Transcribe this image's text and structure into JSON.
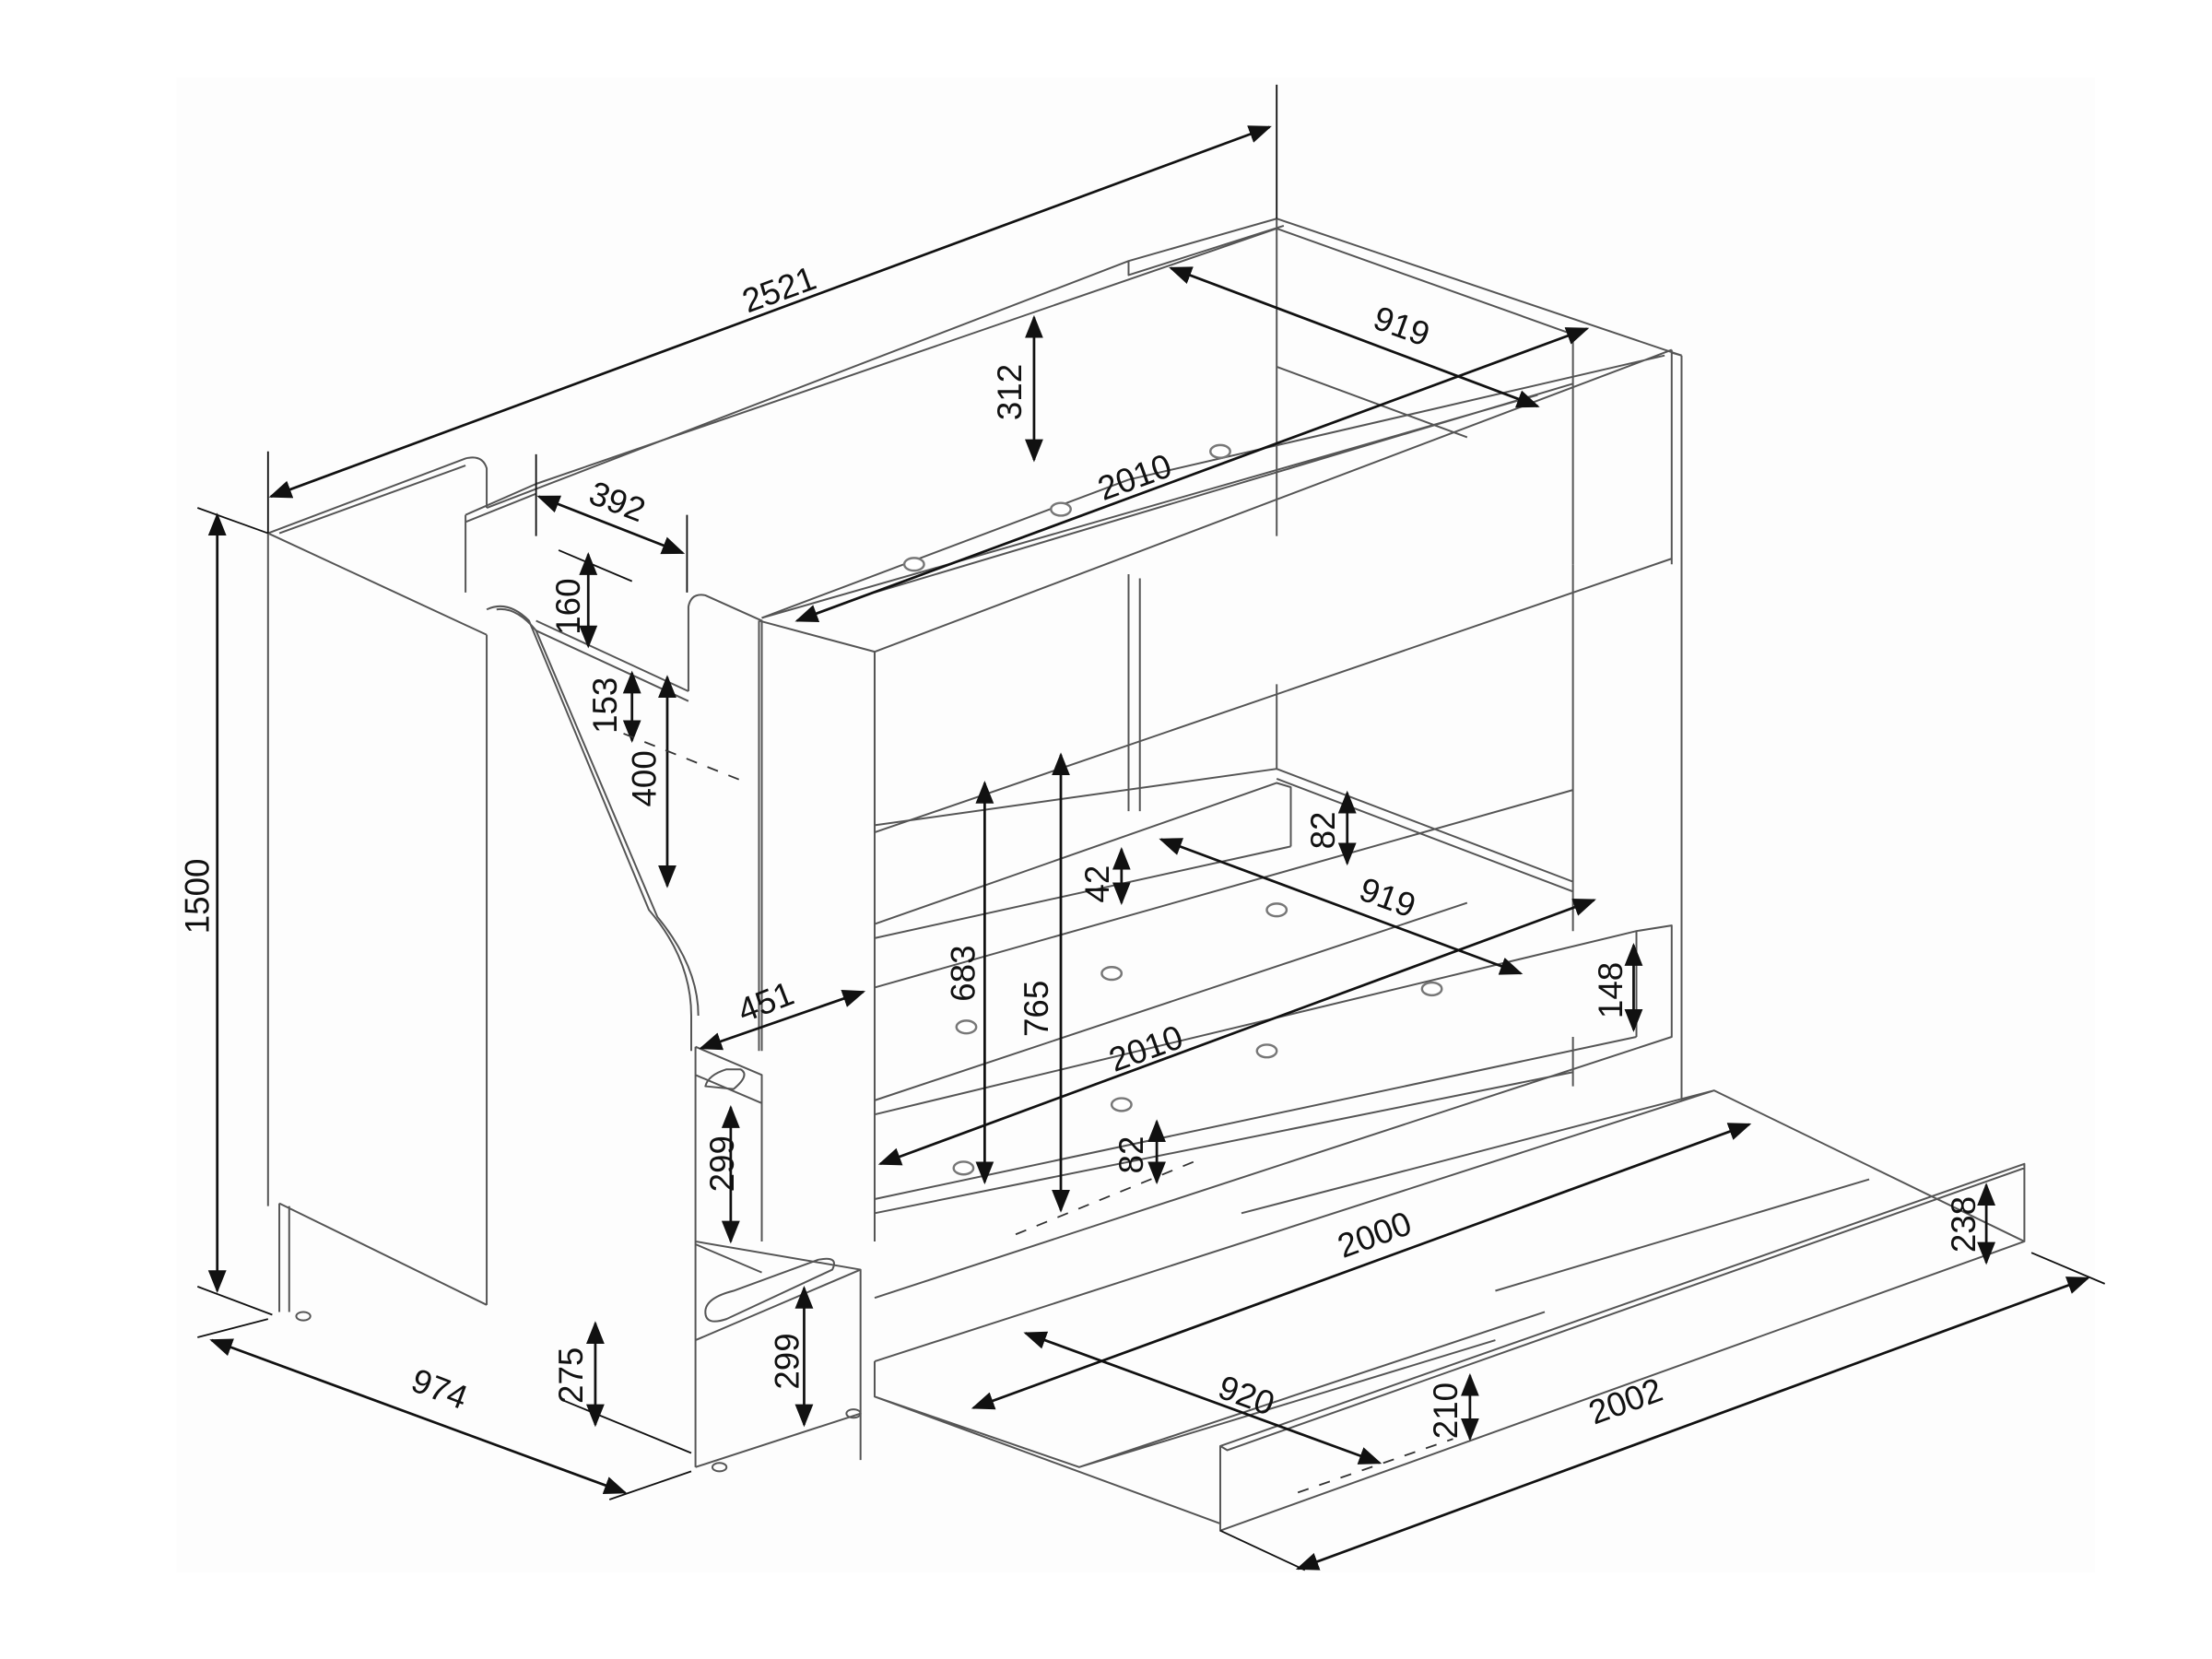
{
  "diagram": {
    "subject": "Bunk bed with stair storage and pull-out trundle — dimension drawing",
    "units": "mm",
    "dimensions": {
      "overall_length": "2521",
      "overall_height": "1500",
      "overall_depth": "974",
      "upper_inner_width": "919",
      "upper_inner_length": "2010",
      "upper_guard_height": "312",
      "upper_entry_opening": "392",
      "stair_rail_drop": "160",
      "stair_top_step": "153",
      "stair_upper_flight": "400",
      "stair_depth": "451",
      "stair_step_mid": "299",
      "stair_step_low": "299",
      "stair_base_height": "275",
      "lower_rail_82_top": "82",
      "lower_lip_42": "42",
      "lower_inner_width": "919",
      "lower_inner_length": "2010",
      "lower_clearance_683": "683",
      "lower_clearance_765": "765",
      "lower_front_rail": "148",
      "lower_rail_82_bottom": "82",
      "trundle_length": "2000",
      "trundle_front_height": "238",
      "trundle_width": "920",
      "trundle_side_height": "210",
      "trundle_outer_length": "2002"
    }
  }
}
